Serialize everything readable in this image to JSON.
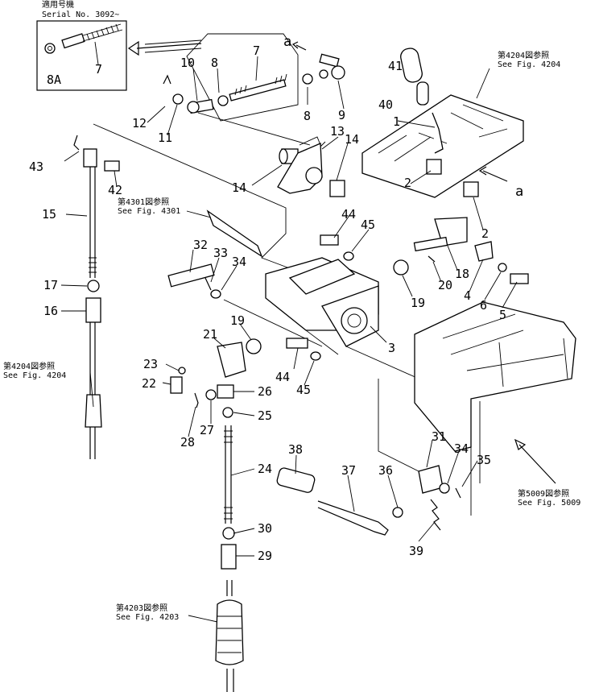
{
  "inset": {
    "header_jp": "適用号機",
    "serial": "Serial No. 3092~",
    "labels": [
      "8A",
      "7"
    ]
  },
  "refs": [
    {
      "jp": "第4204図参照",
      "en": "See Fig. 4204"
    },
    {
      "jp": "第4301図参照",
      "en": "See Fig. 4301"
    },
    {
      "jp": "第4204図参照",
      "en": "See Fig. 4204"
    },
    {
      "jp": "第4203図参照",
      "en": "See Fig. 4203"
    },
    {
      "jp": "第5009図参照",
      "en": "See Fig. 5009"
    }
  ],
  "callouts": [
    "a",
    "a"
  ],
  "parts": [
    "10",
    "8",
    "7",
    "8",
    "9",
    "41",
    "40",
    "12",
    "11",
    "13",
    "1",
    "43",
    "14",
    "14",
    "2",
    "2",
    "42",
    "15",
    "44",
    "45",
    "32",
    "33",
    "34",
    "18",
    "20",
    "4",
    "6",
    "5",
    "17",
    "19",
    "16",
    "19",
    "3",
    "21",
    "23",
    "22",
    "44",
    "45",
    "26",
    "27",
    "25",
    "28",
    "24",
    "38",
    "37",
    "36",
    "31",
    "34",
    "35",
    "30",
    "29",
    "39"
  ]
}
